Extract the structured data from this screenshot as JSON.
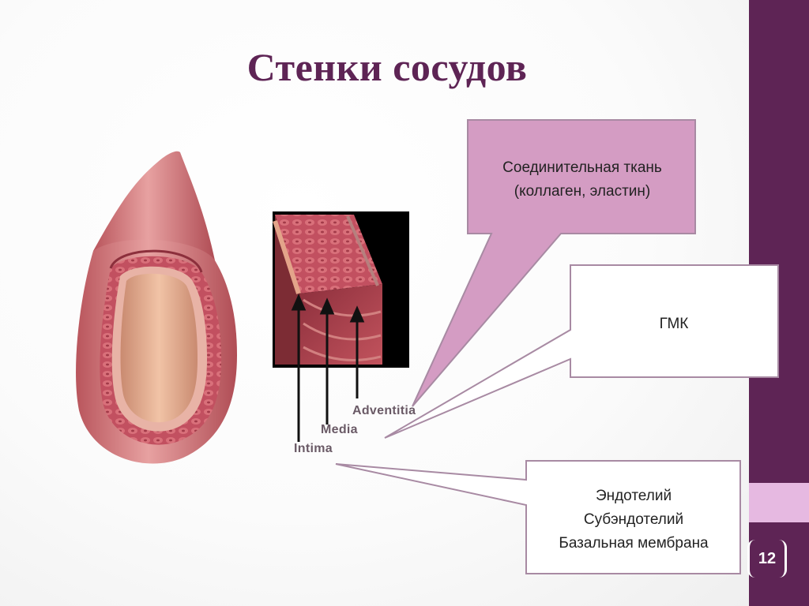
{
  "slide": {
    "title": "Стенки сосудов",
    "number": "12"
  },
  "labels": {
    "adventitia": "Adventitia",
    "media": "Media",
    "intima": "Intima"
  },
  "callouts": {
    "connective": {
      "lines": [
        "Соединительная ткань",
        "(коллаген, эластин)"
      ]
    },
    "smc": {
      "lines": [
        "ГМК"
      ]
    },
    "intima": {
      "lines": [
        "Эндотелий",
        "Субэндотелий",
        "Базальная мембрана"
      ]
    }
  },
  "colors": {
    "sidebar": "#5e2455",
    "sidebar_accent": "#e6b9e1",
    "title": "#5e2455",
    "callout_connective_fill": "#d49cc3",
    "callout_border": "#a88aa3"
  }
}
